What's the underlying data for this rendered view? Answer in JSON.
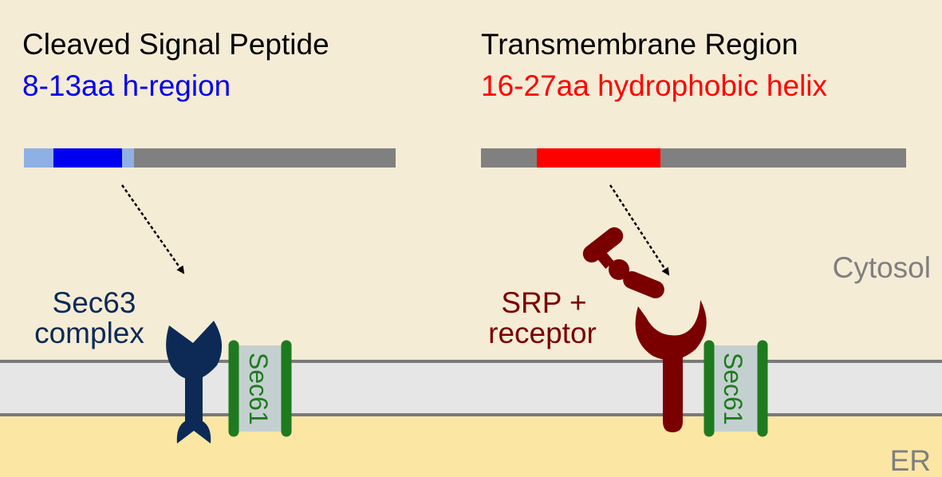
{
  "left_panel": {
    "title": "Cleaved Signal Peptide",
    "subtitle": "8-13aa h-region",
    "complex_label_line1": "Sec63",
    "complex_label_line2": "complex",
    "channel_label": "Sec61"
  },
  "right_panel": {
    "title": "Transmembrane Region",
    "subtitle": "16-27aa hydrophobic helix",
    "complex_label_line1": "SRP +",
    "complex_label_line2": "receptor",
    "channel_label": "Sec61"
  },
  "compartments": {
    "top": "Cytosol",
    "bottom": "ER"
  },
  "colors": {
    "cytosol": "#f5ecd6",
    "er_lumen": "#fbe6a4",
    "membrane": "#e6e6e6",
    "membrane_edge": "#7a7a7a",
    "signal_hregion": "#0000f0",
    "signal_flank": "#8fb0e4",
    "tm_helix": "#ff0000",
    "protein_body": "#808080",
    "sec63": "#0c2a55",
    "srp": "#7a0000",
    "sec61": "#1e7a1e",
    "sec61_fill": "#c4d0d0",
    "compartment_label": "#7f7f7f"
  }
}
